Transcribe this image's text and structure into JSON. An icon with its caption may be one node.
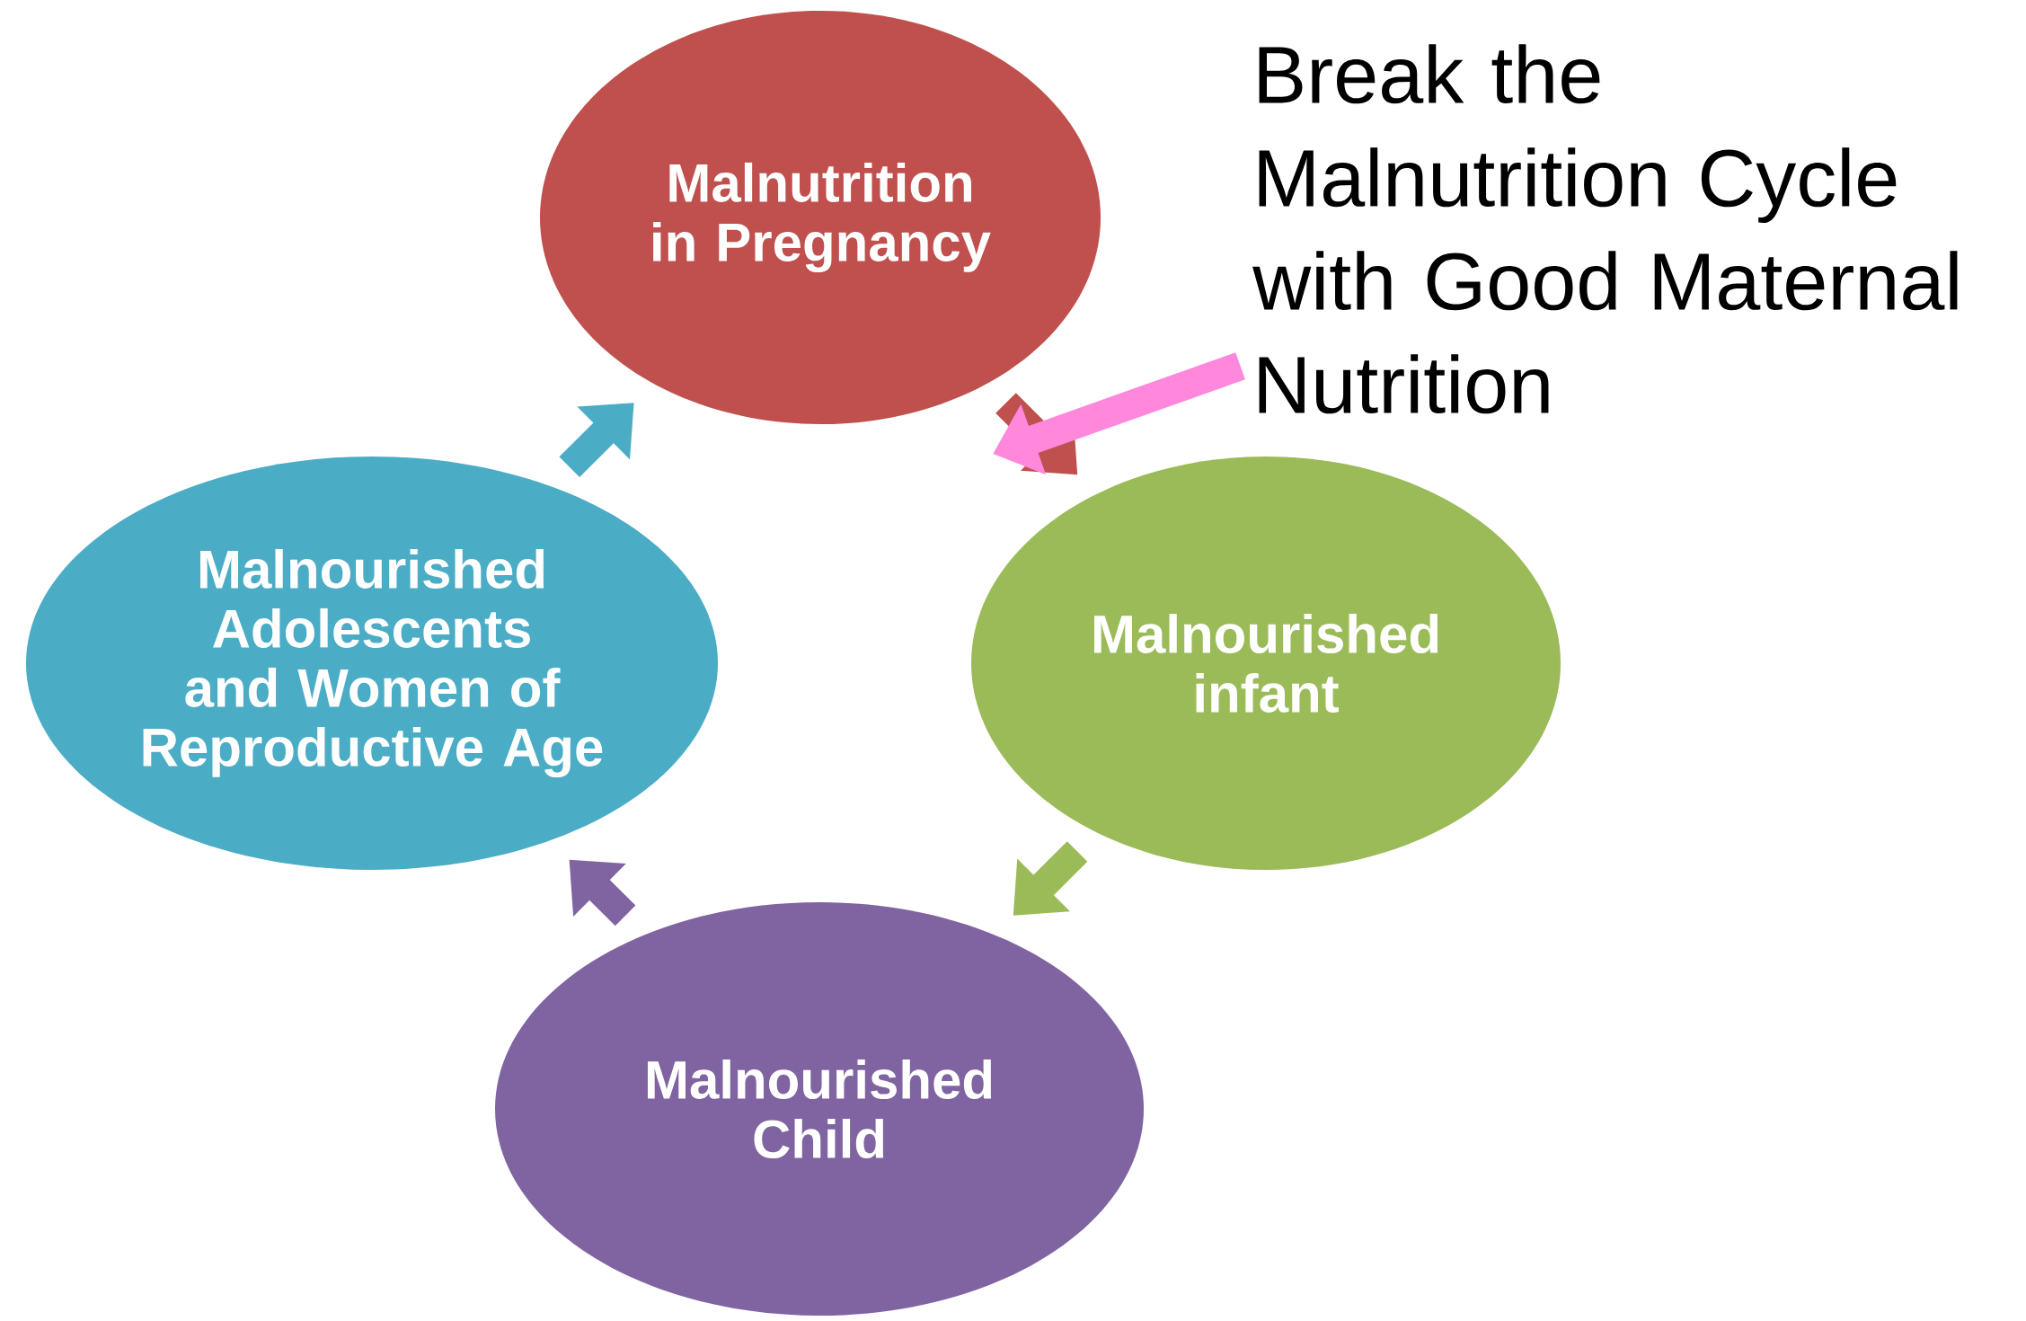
{
  "diagram": {
    "nodes": [
      {
        "text": [
          "Malnutrition in Pregnancy"
        ]
      },
      {
        "text": [
          "Malnourished infant"
        ]
      },
      {
        "text": [
          "Malnourished Child"
        ]
      },
      {
        "text": [
          "Malnourished Adolescents and Women of Reproductive Age"
        ]
      },
      {
        "text": [
          "Break the Malnutrition Cycle with Good Maternal Nutrition"
        ]
      }
    ],
    "edges": [
      {
        "from": 0,
        "to": 1,
        "arrow": "to",
        "color": "#c0504d"
      },
      {
        "from": 1,
        "to": 2,
        "arrow": "to",
        "color": "#9bbb59"
      },
      {
        "from": 2,
        "to": 3,
        "arrow": "to",
        "color": "#8064a2"
      },
      {
        "from": 3,
        "to": 0,
        "arrow": "to",
        "color": "#4bacc6"
      },
      {
        "from": 4,
        "to": null,
        "arrow": "to",
        "color": "#ff88dd"
      }
    ]
  }
}
